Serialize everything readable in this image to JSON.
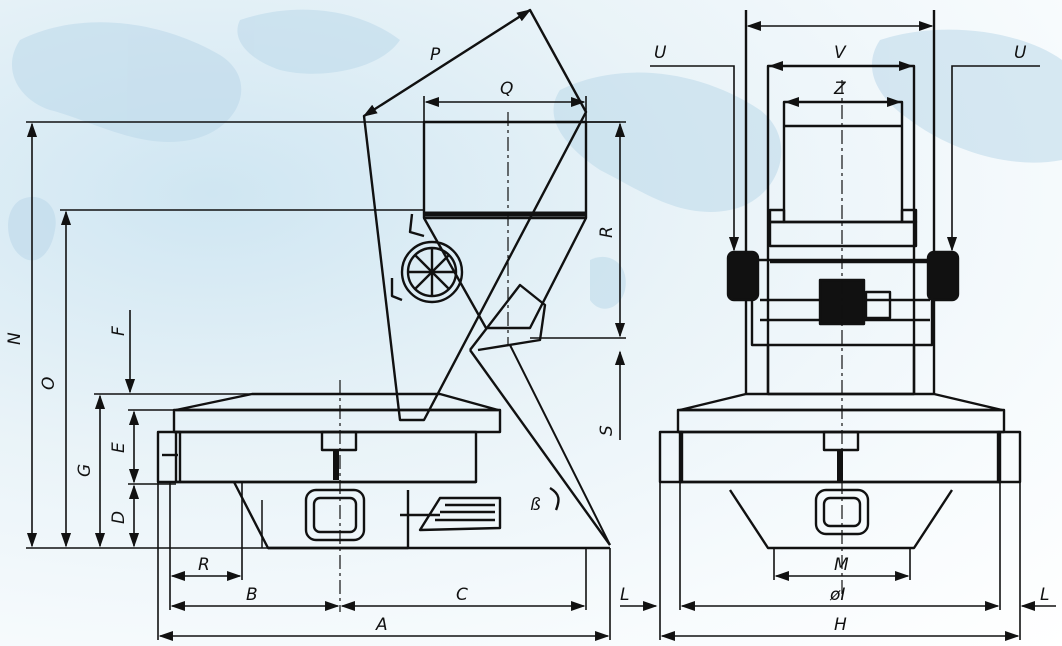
{
  "labels": {
    "A": "A",
    "B": "B",
    "C": "C",
    "D": "D",
    "E": "E",
    "F": "F",
    "G": "G",
    "H": "H",
    "I": "øI",
    "L_left": "L",
    "L_right": "L",
    "M": "M",
    "N": "N",
    "O": "O",
    "P": "P",
    "Q": "Q",
    "R_left": "R",
    "R_right": "R",
    "S": "S",
    "U_left": "U",
    "U_right": "U",
    "V": "V",
    "Z": "Z",
    "beta": "ß"
  },
  "colors": {
    "line": "#111111",
    "background": "#e6f1f7",
    "map": "#b8d6e8"
  }
}
